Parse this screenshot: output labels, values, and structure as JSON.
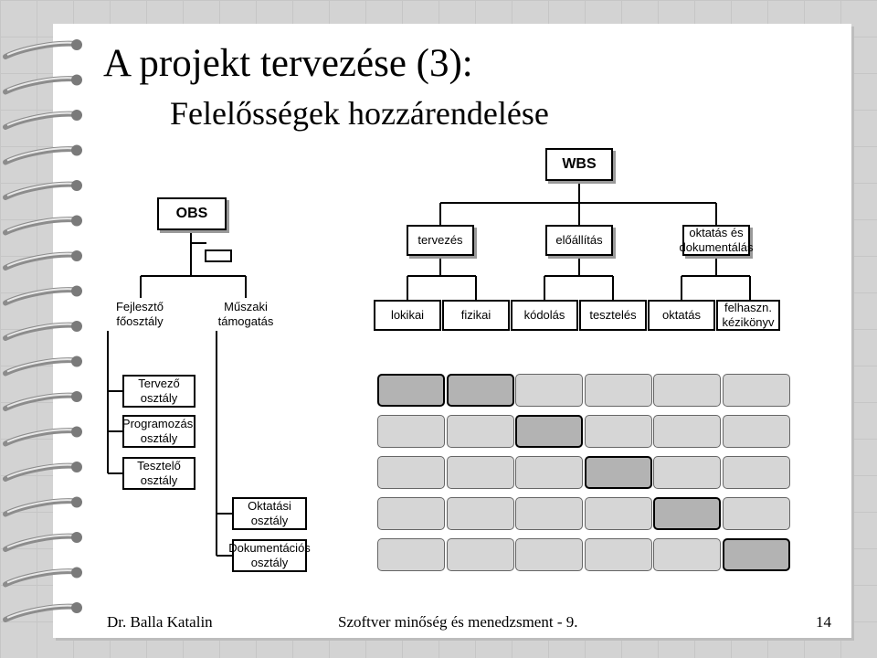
{
  "slide": {
    "title": "A projekt tervezése (3):",
    "subtitle": "Felelősségek hozzárendelése"
  },
  "wbs": {
    "root": "WBS",
    "level1": [
      "tervezés",
      "előállítás",
      "oktatás és dokumentálás"
    ],
    "level2": [
      "lokikai",
      "fizikai",
      "kódolás",
      "tesztelés",
      "oktatás",
      "felhaszn. kézikönyv"
    ]
  },
  "obs": {
    "root": "OBS",
    "level1": [
      "Fejlesztő főosztály",
      "Műszaki támogatás"
    ],
    "units": [
      "Tervező osztály",
      "Programozási osztály",
      "Tesztelő osztály",
      "Oktatási osztály",
      "Dokumentációs osztály"
    ]
  },
  "matrix": {
    "rows": 5,
    "cols": 6,
    "highlighted": [
      [
        0,
        0
      ],
      [
        0,
        1
      ],
      [
        1,
        2
      ],
      [
        2,
        3
      ],
      [
        3,
        4
      ],
      [
        4,
        5
      ]
    ]
  },
  "footer": {
    "author": "Dr. Balla Katalin",
    "course": "Szoftver minőség és menedzsment - 9.",
    "page": "14"
  }
}
